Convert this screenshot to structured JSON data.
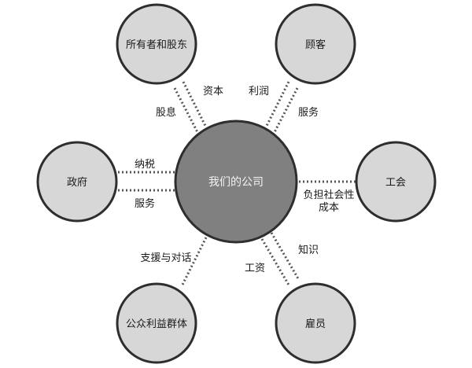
{
  "center": {
    "label": "我们的公司"
  },
  "nodes": {
    "owners": "所有者和股东",
    "customers": "顾客",
    "government": "政府",
    "union": "工会",
    "public": "公众利益群体",
    "employees": "雇员"
  },
  "edges": {
    "owners_out": "资本",
    "owners_in": "股息",
    "customers_out": "利润",
    "customers_in": "服务",
    "government_out": "纳税",
    "government_in": "服务",
    "union_line1": "负担社会性",
    "union_line2": "成本",
    "public_label": "支援与对话",
    "employees_out": "知识",
    "employees_in": "工资"
  },
  "colors": {
    "center_fill": "#808080",
    "node_fill": "#d7d7d7",
    "stroke": "#2e2e2e",
    "dots": "#555555"
  }
}
